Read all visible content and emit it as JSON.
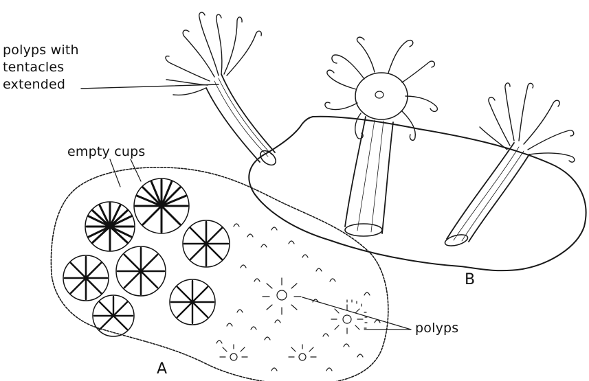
{
  "labels": {
    "polyps_extended_line1": "polyps with",
    "polyps_extended_line2": "tentacles",
    "polyps_extended_line3": "extended",
    "empty_cups": "empty cups",
    "polyps": "polyps",
    "figure_a": "A",
    "figure_b": "B"
  }
}
